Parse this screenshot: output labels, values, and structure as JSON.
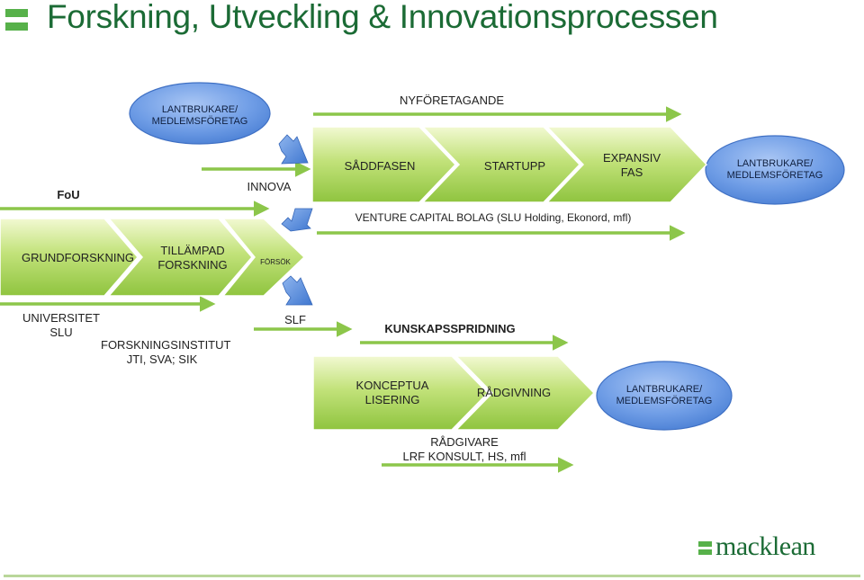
{
  "title": "Forskning, Utveckling & Innovationsprocessen",
  "labels": {
    "fou": "FoU",
    "innova": "INNOVA",
    "nyforetagande": "NYFÖRETAGANDE",
    "venture_capital": "VENTURE CAPITAL BOLAG (SLU Holding, Ekonord, mfl)",
    "universitet": "UNIVERSITET\nSLU",
    "forskningsinstitut": "FORSKNINGSINSTITUT\nJTI, SVA; SIK",
    "slf": "SLF",
    "kunskapsspridning": "KUNSKAPSSPRIDNING",
    "radgivare": "RÅDGIVARE\nLRF KONSULT, HS, mfl"
  },
  "ellipses": {
    "top_left": "LANTBRUKARE/\nMEDLEMSFÖRETAG",
    "right": "LANTBRUKARE/\nMEDLEMSFÖRETAG",
    "bottom": "LANTBRUKARE/\nMEDLEMSFÖRETAG"
  },
  "chevrons": {
    "saddfasen": "SÅDDFASEN",
    "startupp": "STARTUPP",
    "expansiv_fas": "EXPANSIV\nFAS",
    "grundforskning": "GRUNDFORSKNING",
    "tillampad_forskning": "TILLÄMPAD\nFORSKNING",
    "forsok": "FÖRSÖK",
    "konceptualisering": "KONCEPTUA\nLISERING",
    "radgivning": "RÅDGIVNING"
  },
  "logo": "macklean",
  "colors": {
    "title_green": "#1b6b35",
    "chevron_green": "#a6d45a",
    "arrow_green": "#8cc64a",
    "ellipse_blue": "#5b8fe0",
    "blue_arrow": "#4f86da"
  }
}
